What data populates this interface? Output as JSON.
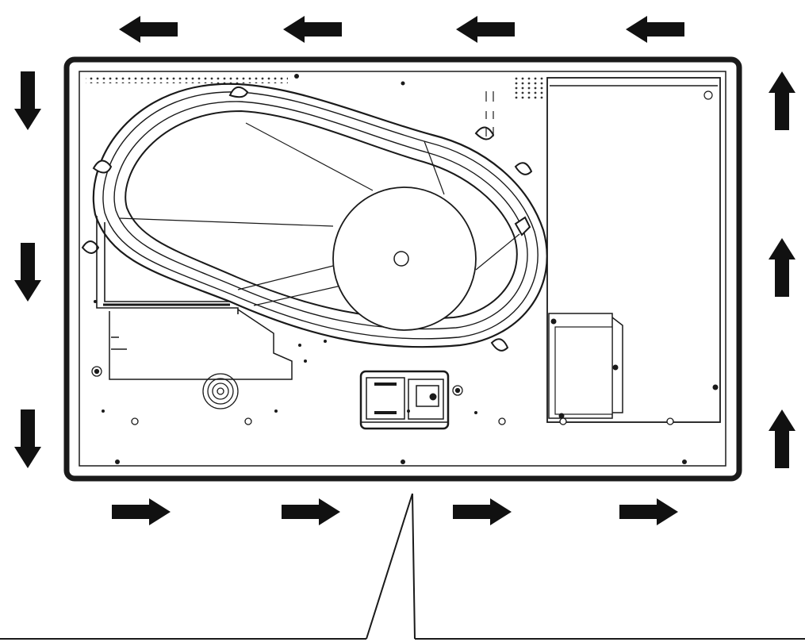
{
  "diagram": {
    "arrows": {
      "top": {
        "direction": "left",
        "count": 4
      },
      "bottom": {
        "direction": "right",
        "count": 4
      },
      "left": {
        "direction": "down",
        "count": 3
      },
      "right": {
        "direction": "up",
        "count": 3
      }
    },
    "components": [
      "outer-frame",
      "back-panel",
      "oval-track",
      "center-disc",
      "right-enclosure",
      "lower-left-tray",
      "center-connector-module",
      "speaker-grille",
      "callout-pointer"
    ],
    "colors": {
      "stroke": "#1a1a1a",
      "arrow": "#111111",
      "background": "#ffffff"
    }
  }
}
